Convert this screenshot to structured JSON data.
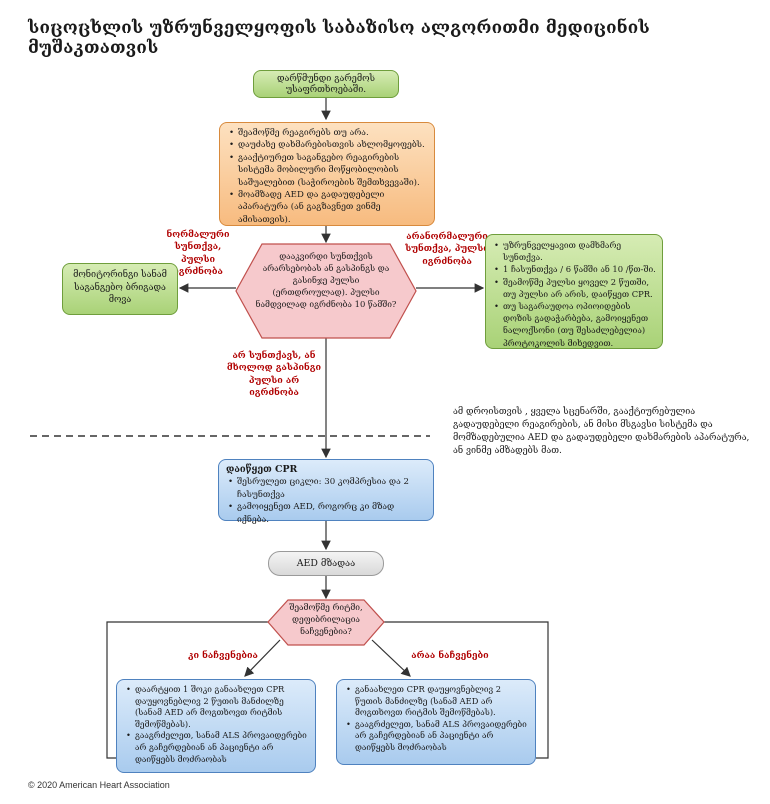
{
  "title": "სიცოცხლის უზრუნველყოფის საბაზისო ალგორითმი მედიცინის მუშაკთათვის",
  "start": "დარწმუნდი გარემოს უსაფრთხოებაში.",
  "check_steps": [
    "შეამოწმე რეაგირებს თუ  არა.",
    "დაუძახე დახმარებისთვის ახლომყოფებს.",
    "გააქტიურეთ საგანგებო რეაგირების სისტემა მობილური მოწყობილობის საშუალებით (საჭიროების შემთხვევაში).",
    "მოამზადე AED და გადაუდებელი აპარატურა (ან გაგზავნეთ ვინმე ამისათვის)."
  ],
  "decision1": "დააკვირდი სუნთქვის არარსებობას ან გასპინგს და გასინჯე პულსი (ერთდროულად). პულსი ნამდვილად იგრძნობა 10 წამში?",
  "label_normal": "ნორმალური სუნთქვა, პულსი იგრძნობა",
  "label_abnormal": "არანორმალური სუნთქვა, პულსი იგრძნობა",
  "label_no_breath": "არ სუნთქავს, ან მხოლოდ გასპინგი პულსი არ იგრძნობა",
  "monitor": "მონიტორინგი სანამ საგანგებო ბრიგადა მოვა",
  "rescue_steps": [
    "უზრუნველყავით დამხმარე სუნთქვა.",
    "1 ჩასუნთქვა / 6 წამში ან 10 /წთ-ში.",
    "შეამოწმე პულსი ყოველ 2 წუთში, თუ პულსი არ არის, დაიწყეთ CPR.",
    "თუ საგარაუდოა ოპიოიდების დოზის გადაჭარბება, გამოიყენეთ ნალოქსონი (თუ შესაძლებელია) პროტოკოლის მიხედვით."
  ],
  "note": "ამ დროისთვის , ყველა სცენარში, გააქტიურებულია გადაუდებელი რეაგირების, ან მისი მსგავსი სისტემა და მომზადებულია AED და გადაუდებელი დახმარების აპარატურა, ან ვინმე ამზადებს მათ.",
  "cpr_title": "დაიწყეთ CPR",
  "cpr_steps": [
    "შესრულეთ ციკლი:  30  კომპრესია და 2 ჩასუნთქვა",
    "გამოიყენეთ AED, როგორც კი   მზად იქნება."
  ],
  "aed": "AED მზადაა",
  "decision2": "შეამოწმე რიტმი, დეფიბრილაცია ნაჩვენებია?",
  "label_yes": "კი ნაჩვენებია",
  "label_no": "არაა ნაჩვენები",
  "shock_steps": [
    "დაარტყით 1 შოკი განაახლეთ CPR დაუყოვნებლივ 2 წუთის მანძილზე (სანამ AED არ მოგთხოვთ რიტმის შემოწმებას).",
    "გააგრძელეთ, სანამ ALS პროვაიდერები არ გაჩერდებიან ან პაციენტი არ დაიწყებს მოძრაობას"
  ],
  "noshock_steps": [
    "განაახლეთ CPR დაუყოვნებლივ 2 წუთის მანძილზე (სანამ AED არ მოგთხოვთ რიტმის შემოწმებას).",
    "გააგრძელეთ, სანამ ALS პროვაიდერები არ გაჩერდებიან ან პაციენტი არ დაიწყებს მოძრაობას"
  ],
  "footer": "© 2020 American Heart Association"
}
